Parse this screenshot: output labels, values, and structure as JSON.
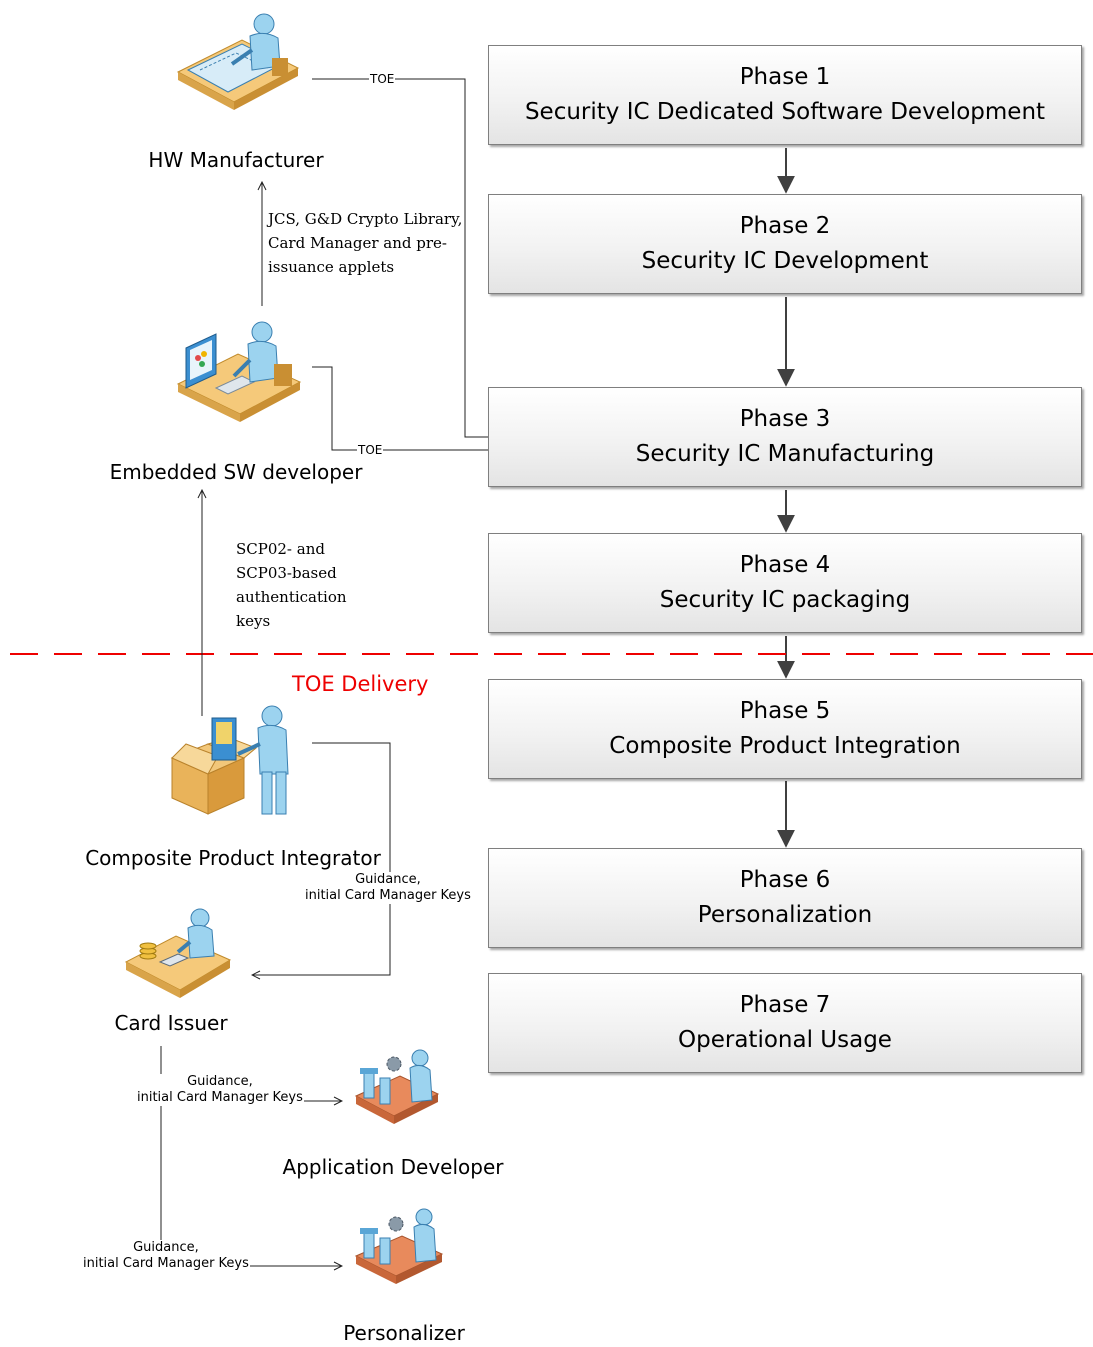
{
  "phases": [
    {
      "title": "Phase 1",
      "subtitle": "Security IC Dedicated Software Development"
    },
    {
      "title": "Phase 2",
      "subtitle": "Security IC Development"
    },
    {
      "title": "Phase 3",
      "subtitle": "Security IC Manufacturing"
    },
    {
      "title": "Phase 4",
      "subtitle": "Security IC packaging"
    },
    {
      "title": "Phase 5",
      "subtitle": "Composite Product Integration"
    },
    {
      "title": "Phase 6",
      "subtitle": "Personalization"
    },
    {
      "title": "Phase 7",
      "subtitle": "Operational Usage"
    }
  ],
  "actors": {
    "hw_manufacturer": "HW Manufacturer",
    "embedded_sw_developer": "Embedded SW developer",
    "composite_product_integrator": "Composite Product Integrator",
    "card_issuer": "Card Issuer",
    "application_developer": "Application Developer",
    "personalizer": "Personalizer"
  },
  "edges": {
    "toe_hw": "TOE",
    "toe_sw": "TOE",
    "sw_to_hw": [
      "JCS, G&D Crypto Library,",
      "Card Manager and pre-",
      "issuance applets"
    ],
    "integrator_to_sw": [
      "SCP02- and",
      "SCP03-based",
      "authentication",
      "keys"
    ],
    "integrator_to_issuer": [
      "Guidance,",
      "initial Card Manager Keys"
    ],
    "issuer_to_app_dev": [
      "Guidance,",
      "initial Card Manager Keys"
    ],
    "issuer_to_personalizer": [
      "Guidance,",
      "initial Card Manager Keys"
    ]
  },
  "toe_delivery": "TOE Delivery",
  "colors": {
    "delivery_line": "#ee0000",
    "connector": "#404040",
    "person": "#9cd3ef",
    "desk": "#f5c97a",
    "box": "#f2c77a"
  },
  "icons": {
    "hw_manufacturer": "designer-at-drafting-table-icon",
    "embedded_sw_developer": "developer-at-computer-icon",
    "composite_product_integrator": "person-with-package-icon",
    "card_issuer": "clerk-at-desk-with-coins-icon",
    "application_developer": "factory-conveyor-worker-icon",
    "personalizer": "factory-conveyor-worker-icon"
  }
}
